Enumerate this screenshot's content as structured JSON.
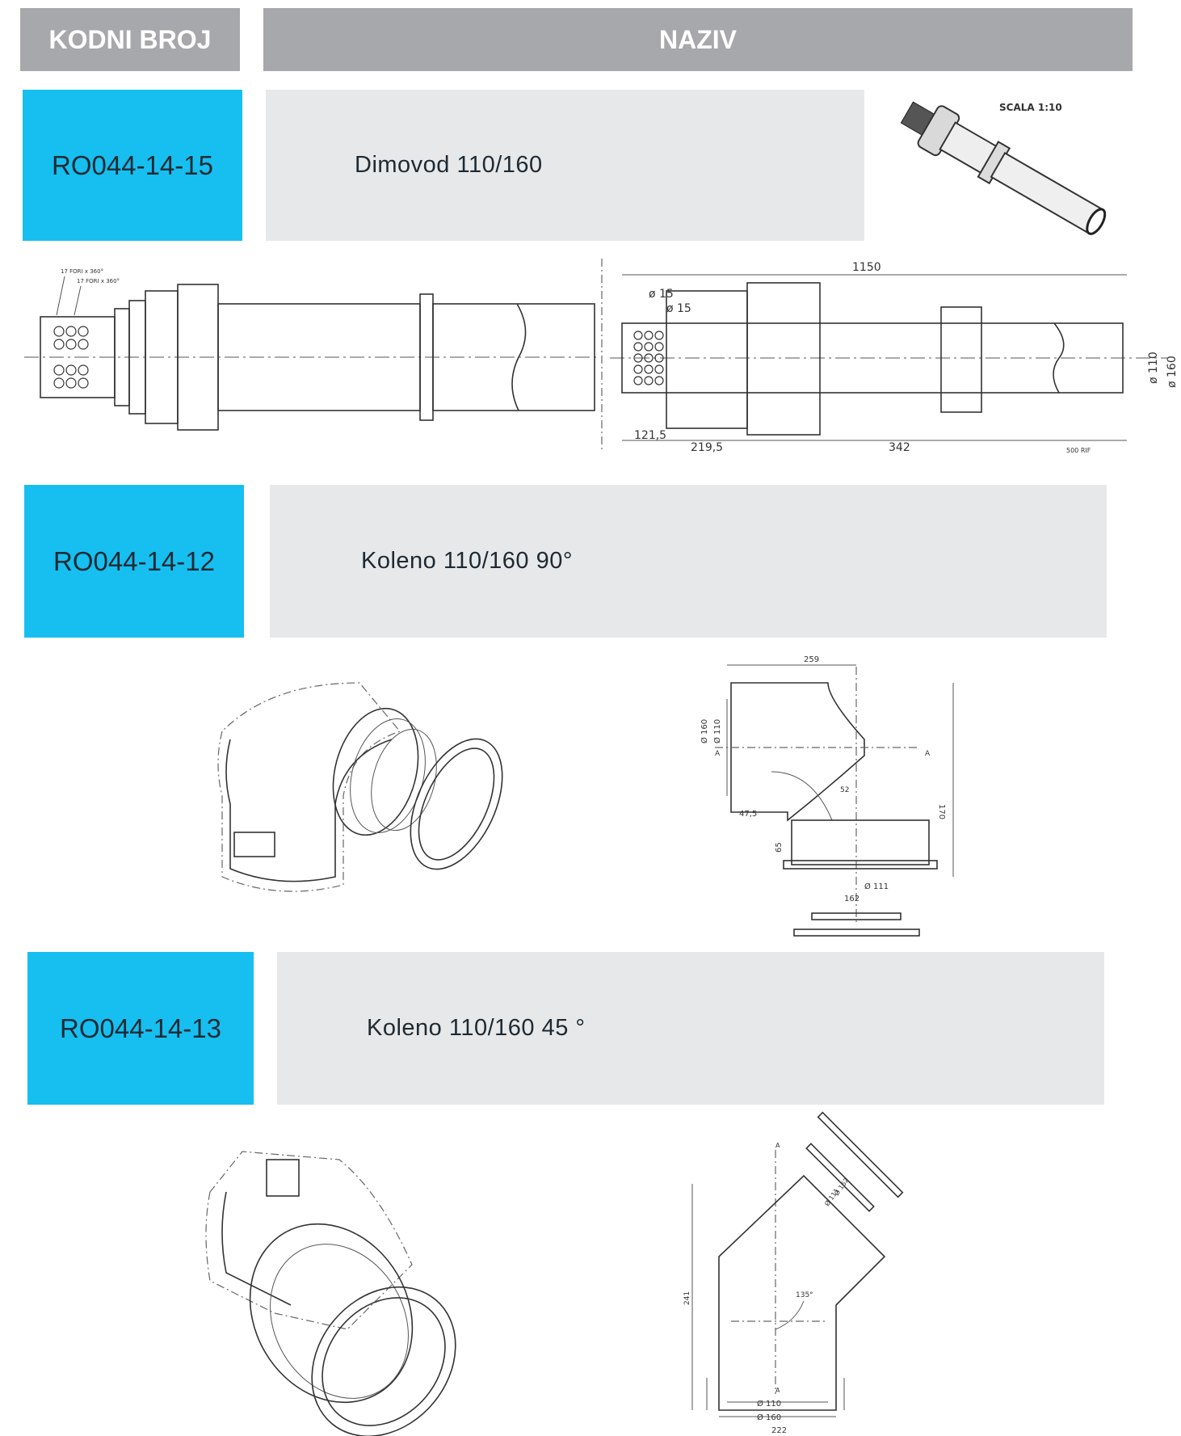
{
  "header": {
    "code_label": "KODNI BROJ",
    "name_label": "NAZIV"
  },
  "products": [
    {
      "code": "RO044-14-15",
      "name": "Dimovod 110/160"
    },
    {
      "code": "RO044-14-12",
      "name": "Koleno 110/160 90°"
    },
    {
      "code": "RO044-14-13",
      "name": "Koleno 110/160 45 °"
    }
  ],
  "drawings": {
    "pipe_photo": {
      "scale": "SCALA 1:10"
    },
    "pipe_side": {
      "note1": "17 FORI x 360°",
      "note2": "17 FORI x 360°"
    },
    "pipe_section": {
      "d15a": "ø 15",
      "d15b": "ø 15",
      "len_total": "1150",
      "d110": "ø 110",
      "d160": "ø 160",
      "l1": "121,5",
      "l2": "219,5",
      "l3": "342",
      "lrif": "500 RIF"
    },
    "elbow90_dims": {
      "w": "259",
      "d110": "Ø 110",
      "d160": "Ø 160",
      "a1": "A",
      "a2": "A",
      "r": "52",
      "l47": "47,5",
      "l65": "65",
      "h170": "170",
      "d111": "Ø 111",
      "w162": "162"
    },
    "elbow45_dims": {
      "a1": "A",
      "a2": "A",
      "d162": "Ø 162",
      "d111": "Ø 111",
      "h241": "241",
      "ang": "135°",
      "d110": "Ø 110",
      "d160": "Ø 160",
      "w222": "222"
    }
  }
}
